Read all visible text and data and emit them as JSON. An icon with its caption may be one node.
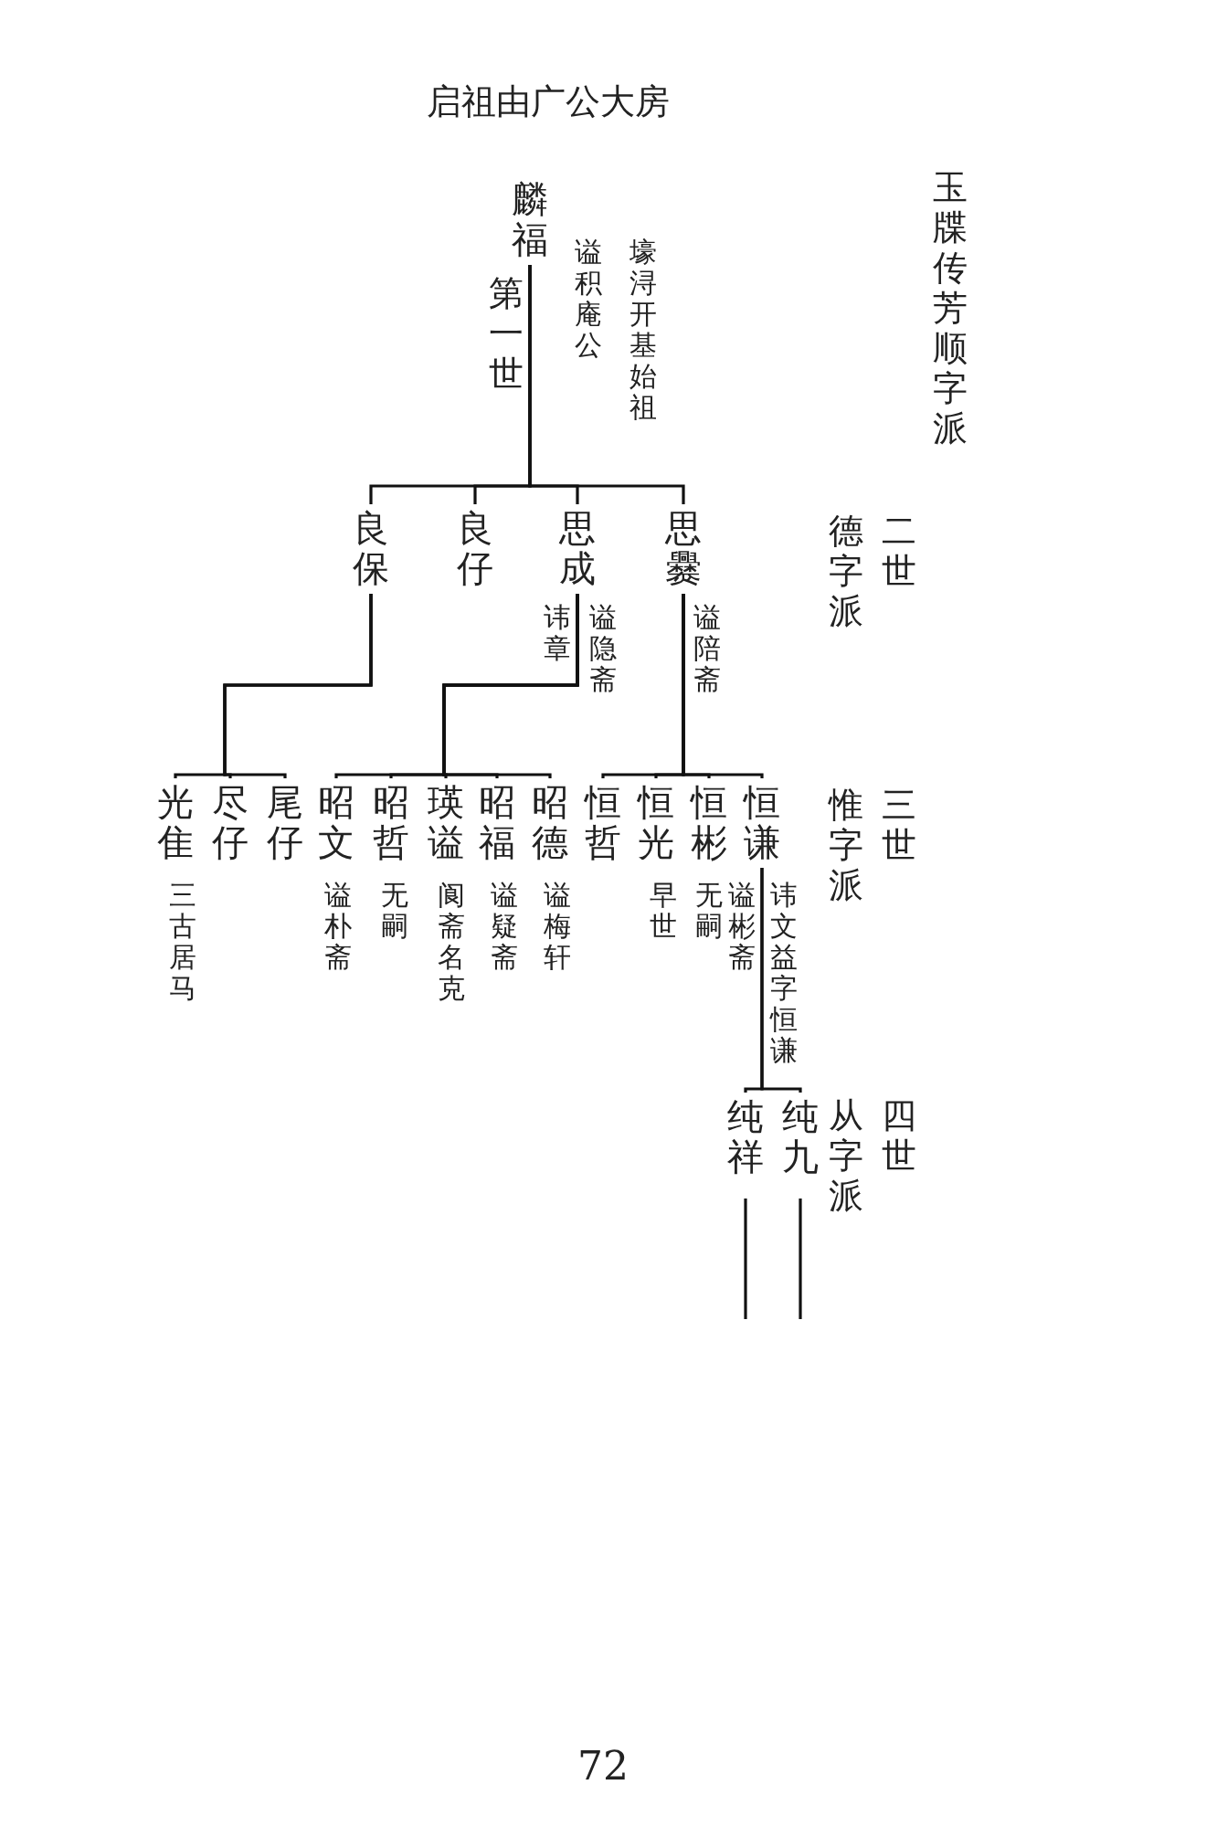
{
  "diagram": {
    "title": "启祖由广公大房",
    "nodes": [
      {
        "text": [
          "麟福"
        ],
        "beside": [
          "谥积庵公",
          "壕浔开基始祖"
        ]
      },
      {
        "text": [
          "良保"
        ]
      },
      {
        "text": [
          "良仔"
        ]
      },
      {
        "text": [
          "思成"
        ],
        "beside": [
          "谥隐斋",
          "讳章"
        ]
      },
      {
        "text": [
          "思爨"
        ],
        "beside": [
          "谥陪斋"
        ]
      },
      {
        "text": [
          "光隹"
        ],
        "beside": [
          "三古居马"
        ]
      },
      {
        "text": [
          "尽仔"
        ]
      },
      {
        "text": [
          "尾仔"
        ]
      },
      {
        "text": [
          "昭文"
        ],
        "beside": [
          "谥朴斋"
        ]
      },
      {
        "text": [
          "昭哲"
        ],
        "beside": [
          "无嗣"
        ]
      },
      {
        "text": [
          "瑛谥"
        ],
        "beside": [
          "阆斋名克"
        ]
      },
      {
        "text": [
          "昭福"
        ],
        "beside": [
          "谥疑斋"
        ]
      },
      {
        "text": [
          "昭德"
        ],
        "beside": [
          "谥梅轩"
        ]
      },
      {
        "text": [
          "恒哲"
        ]
      },
      {
        "text": [
          "恒光"
        ],
        "beside": [
          "早世"
        ]
      },
      {
        "text": [
          "恒彬"
        ],
        "beside": [
          "无嗣"
        ]
      },
      {
        "text": [
          "恒谦"
        ],
        "beside": [
          "谥彬斋",
          "讳文益字恒谦"
        ]
      },
      {
        "text": [
          "纯祥"
        ]
      },
      {
        "text": [
          "纯九"
        ]
      }
    ],
    "edges": [
      {
        "from": 0,
        "to": 1,
        "arrow": "none"
      },
      {
        "from": 0,
        "to": 2,
        "arrow": "none"
      },
      {
        "from": 0,
        "to": 3,
        "arrow": "none"
      },
      {
        "from": 0,
        "to": 4,
        "arrow": "none"
      },
      {
        "from": 1,
        "to": 5,
        "arrow": "none"
      },
      {
        "from": 1,
        "to": 6,
        "arrow": "none"
      },
      {
        "from": 1,
        "to": 7,
        "arrow": "none"
      },
      {
        "from": 3,
        "to": 8,
        "arrow": "none"
      },
      {
        "from": 3,
        "to": 9,
        "arrow": "none"
      },
      {
        "from": 3,
        "to": 10,
        "arrow": "none"
      },
      {
        "from": 3,
        "to": 11,
        "arrow": "none"
      },
      {
        "from": 3,
        "to": 12,
        "arrow": "none"
      },
      {
        "from": 4,
        "to": 13,
        "arrow": "none"
      },
      {
        "from": 4,
        "to": 14,
        "arrow": "none"
      },
      {
        "from": 4,
        "to": 15,
        "arrow": "none"
      },
      {
        "from": 4,
        "to": 16,
        "arrow": "none"
      },
      {
        "from": 16,
        "to": 17,
        "arrow": "none"
      },
      {
        "from": 16,
        "to": 18,
        "arrow": "none"
      },
      {
        "from": 17,
        "to": null,
        "arrow": "none"
      },
      {
        "from": 18,
        "to": null,
        "arrow": "none"
      }
    ],
    "labels": [
      "第一世",
      "玉牒传芳顺字派",
      "二世",
      "德字派",
      "三世",
      "惟字派",
      "四世",
      "从字派",
      "72"
    ]
  }
}
